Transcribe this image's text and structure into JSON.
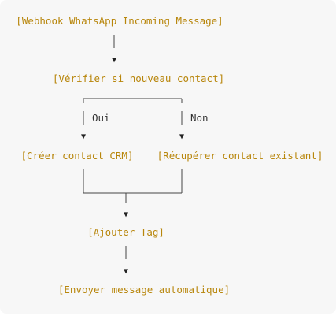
{
  "nodes": {
    "webhook": "[Webhook WhatsApp Incoming Message]",
    "verify": "[Vérifier si nouveau contact]",
    "create": "[Créer contact CRM]",
    "retrieve": "[Récupérer contact existant]",
    "tag": "[Ajouter Tag]",
    "send": "[Envoyer message automatique]"
  },
  "branches": {
    "yes": "Oui",
    "no": "Non"
  },
  "arrow_glyph": "▼",
  "colors": {
    "node_text": "#b8860b",
    "label_text": "#333333",
    "background": "#f7f7f7"
  }
}
